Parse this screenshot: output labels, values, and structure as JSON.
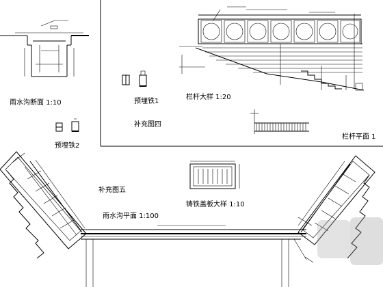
{
  "drawing": {
    "labels": {
      "gutter_section": "雨水沟断面 1:10",
      "embed_iron_1": "预埋铁1",
      "supplement_4": "补充图四",
      "railing_detail": "栏杆大样 1:20",
      "railing_plan": "栏杆平面 1",
      "embed_iron_2": "预埋铁2",
      "supplement_5": "补充图五",
      "gutter_plan": "雨水沟平面 1:100",
      "cover_detail": "铸铁盖板大样 1:10"
    }
  }
}
